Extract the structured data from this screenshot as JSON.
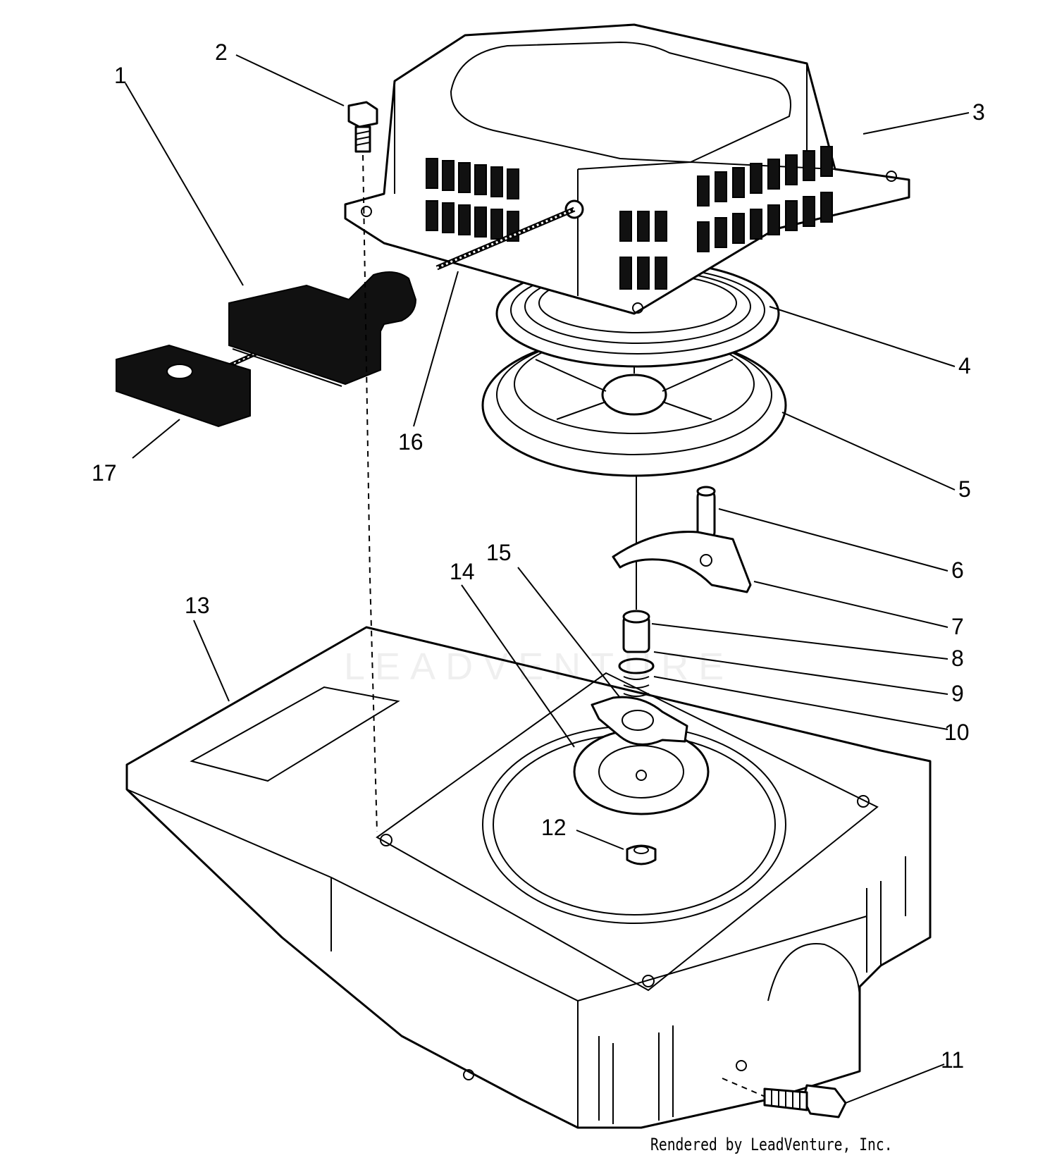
{
  "callouts": [
    {
      "id": "1",
      "label": "1"
    },
    {
      "id": "2",
      "label": "2"
    },
    {
      "id": "3",
      "label": "3"
    },
    {
      "id": "4",
      "label": "4"
    },
    {
      "id": "5",
      "label": "5"
    },
    {
      "id": "6",
      "label": "6"
    },
    {
      "id": "7",
      "label": "7"
    },
    {
      "id": "8",
      "label": "8"
    },
    {
      "id": "9",
      "label": "9"
    },
    {
      "id": "10",
      "label": "10"
    },
    {
      "id": "11",
      "label": "11"
    },
    {
      "id": "12",
      "label": "12"
    },
    {
      "id": "13",
      "label": "13"
    },
    {
      "id": "14",
      "label": "14"
    },
    {
      "id": "15",
      "label": "15"
    },
    {
      "id": "16",
      "label": "16"
    },
    {
      "id": "17",
      "label": "17"
    }
  ],
  "watermark": "LEADVENTURE",
  "credit": "Rendered by LeadVenture, Inc."
}
